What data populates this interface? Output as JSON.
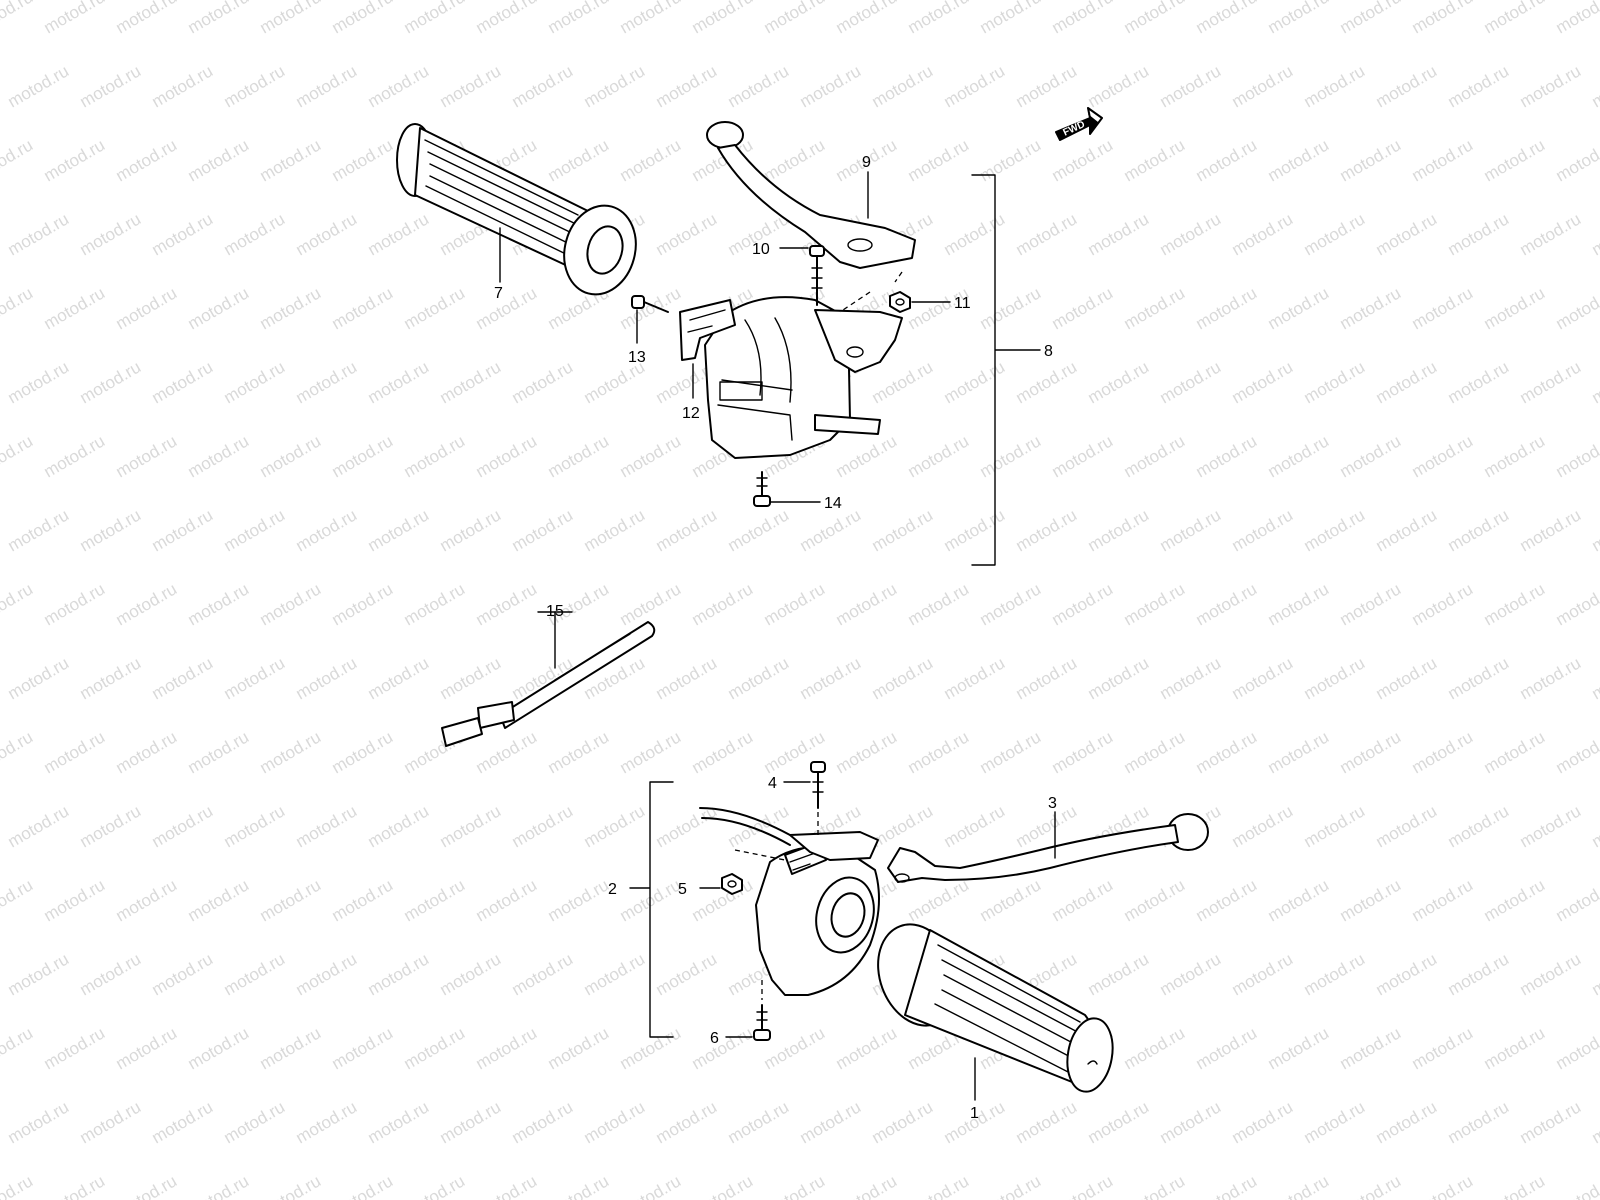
{
  "watermark": "motod.ru",
  "fwd_label": "FWD",
  "callouts": [
    "1",
    "2",
    "3",
    "4",
    "5",
    "6",
    "7",
    "8",
    "9",
    "10",
    "11",
    "12",
    "13",
    "14",
    "15"
  ]
}
